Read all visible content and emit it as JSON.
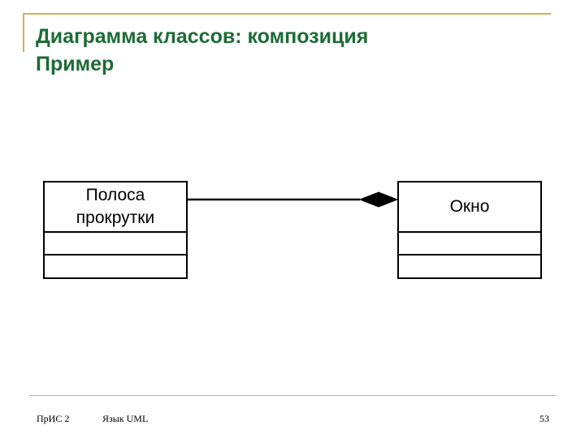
{
  "slide": {
    "title_line1": "Диаграмма классов: композиция",
    "title_line2": "Пример",
    "colors": {
      "title": "#1d6b36",
      "rule": "#c9b458",
      "diagram": "#000000"
    }
  },
  "diagram": {
    "relationship": "composition",
    "part_class": {
      "name": "Полоса прокрутки",
      "name_line1": "Полоса",
      "name_line2": "прокрутки",
      "attributes": [],
      "operations": []
    },
    "whole_class": {
      "name": "Окно",
      "attributes": [],
      "operations": []
    }
  },
  "footer": {
    "course": "ПрИС 2",
    "topic": "Язык UML",
    "page_number": "53"
  }
}
